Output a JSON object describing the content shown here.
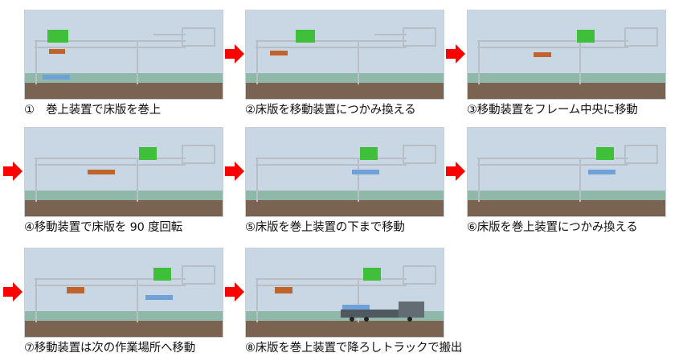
{
  "steps": [
    {
      "label": "①　巻上装置で床版を巻上"
    },
    {
      "label": "②床版を移動装置につかみ換える"
    },
    {
      "label": "③移動装置をフレーム中央に移動"
    },
    {
      "label": "④移動装置で床版を 90 度回転"
    },
    {
      "label": "⑤床版を巻上装置の下まで移動"
    },
    {
      "label": "⑥床版を巻上装置につかみ換える"
    },
    {
      "label": "⑦移動装置は次の作業場所へ移動"
    },
    {
      "label": "⑧床版を巻上装置で降ろしトラックで搬出"
    }
  ],
  "colors": {
    "sky": "#c9d7e4",
    "ground": "#7a6350",
    "frame": "#d9dde2",
    "hoist": "#3fbf3a",
    "slab": "#c0642c",
    "arrow": "#ff0000"
  }
}
